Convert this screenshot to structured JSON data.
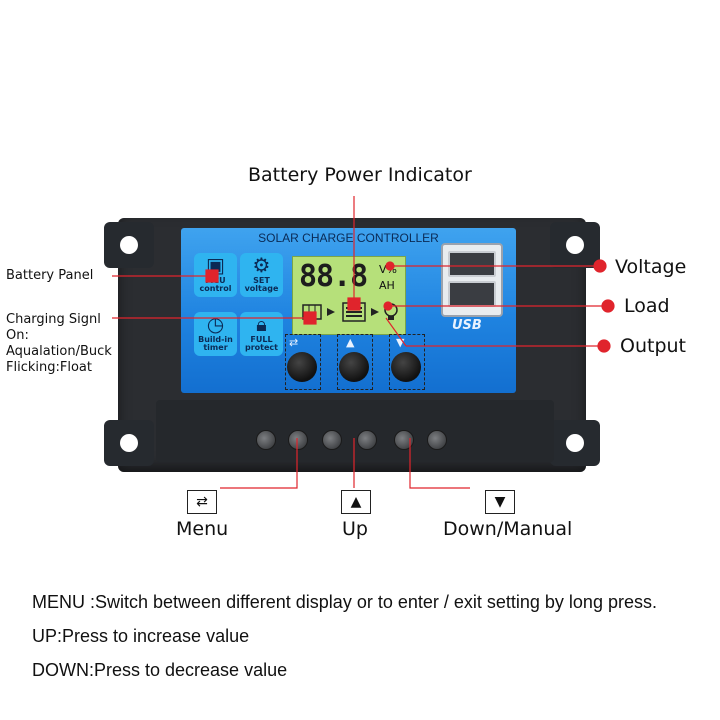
{
  "device": {
    "panel_title": "SOLAR CHARGE CONTROLLER",
    "lcd_digits": "88.8",
    "lcd_unit_top": "V%",
    "lcd_unit_bottom": "AH",
    "usb_label": "USB",
    "tiles": [
      {
        "label_1": "MCU",
        "label_2": "control"
      },
      {
        "label_1": "SET",
        "label_2": "voltage"
      },
      {
        "label_1": "Build-in",
        "label_2": "timer"
      },
      {
        "label_1": "FULL",
        "label_2": "protect"
      }
    ]
  },
  "callouts": {
    "battery_power_indicator": "Battery Power Indicator",
    "battery_panel": "Battery Panel",
    "charging_signal": "Charging Signl",
    "charging_on": "On:",
    "charging_aqualation": "Aqualation/Buck",
    "charging_flicking": "Flicking:Float",
    "voltage": "Voltage",
    "load": "Load",
    "output": "Output"
  },
  "buttons": {
    "menu": "Menu",
    "up": "Up",
    "down": "Down/Manual"
  },
  "descriptions": {
    "menu": "MENU :Switch between different display or to enter / exit setting by long press.",
    "up": "UP:Press to increase value",
    "down": "DOWN:Press to decrease value"
  },
  "colors": {
    "callout_line": "#e0242c",
    "panel_blue": "#1f83e0",
    "lcd_green": "#b6e07a",
    "body_black": "#2b2d31"
  }
}
